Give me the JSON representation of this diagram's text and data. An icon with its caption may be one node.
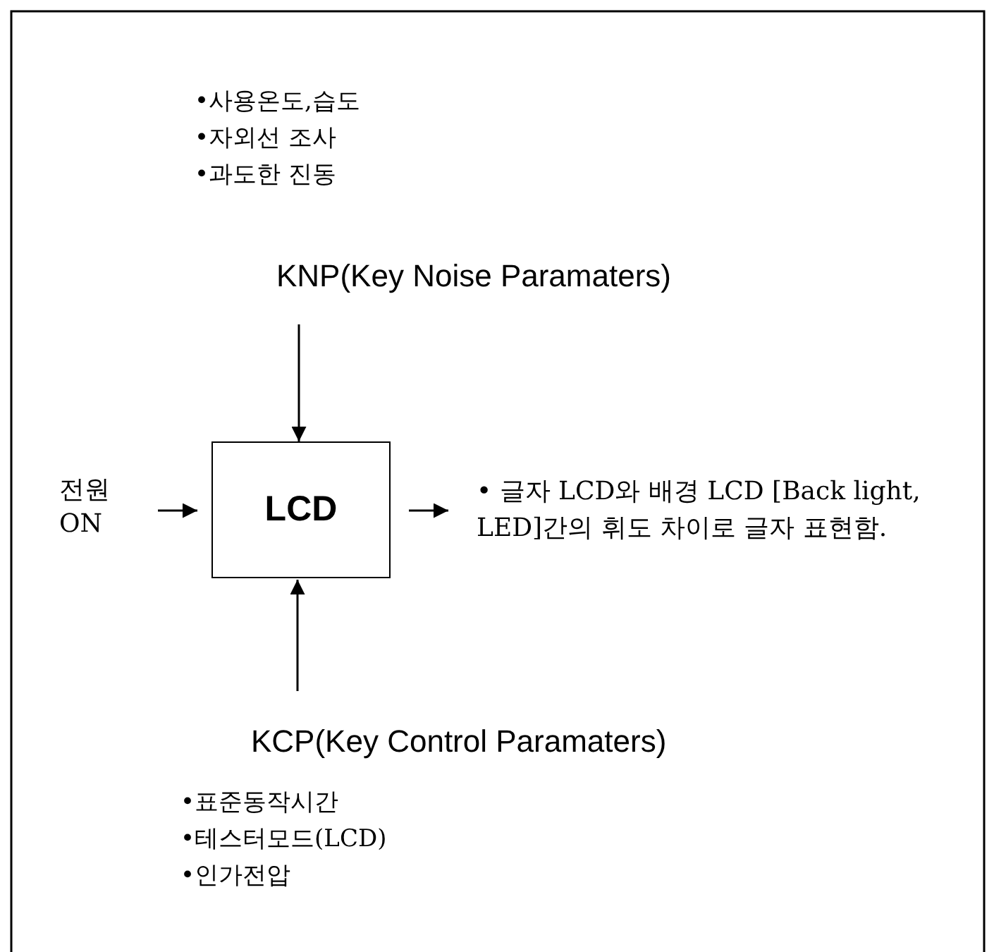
{
  "diagram": {
    "nodes": [
      {
        "text": [
          "KNP(Key Noise Paramaters)"
        ],
        "beside": [
          "•사용온도,습도",
          "•자외선 조사",
          "•과도한 진동"
        ]
      },
      {
        "text": [
          "전원 ON"
        ]
      },
      {
        "text": [
          "LCD"
        ]
      },
      {
        "text": [
          "• 글자 LCD와 배경 LCD [Back light, LED]간의 휘도 차이로 글자 표현함."
        ]
      },
      {
        "text": [
          "KCP(Key Control Paramaters)"
        ],
        "beside": [
          "•표준동작시간",
          "•테스터모드(LCD)",
          "•인가전압"
        ]
      }
    ],
    "edges": [
      {
        "from": 0,
        "to": 2,
        "arrow": "to"
      },
      {
        "from": 1,
        "to": 2,
        "arrow": "to"
      },
      {
        "from": 2,
        "to": 3,
        "arrow": "to"
      },
      {
        "from": 4,
        "to": 2,
        "arrow": "to"
      }
    ]
  }
}
